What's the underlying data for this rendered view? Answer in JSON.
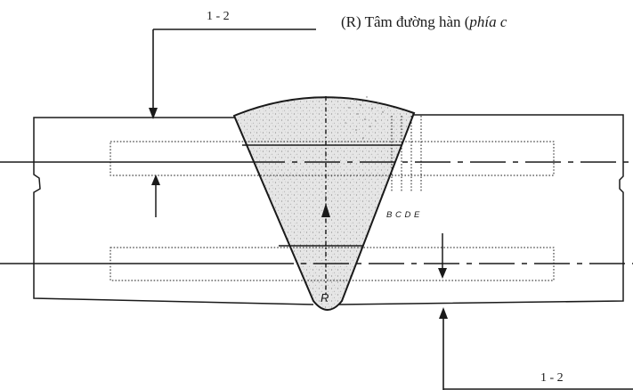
{
  "caption": {
    "prefix": "(R) Tâm đường hàn (",
    "italic": "phía c"
  },
  "section_label_top": "1 - 2",
  "section_label_bottom": "1 - 2",
  "root_label": "R",
  "zone_labels": "B C D E",
  "colors": {
    "line": "#1a1a1a",
    "weld_fill": "#e3e3e3",
    "weld_speckle": "#8a8a8a"
  }
}
